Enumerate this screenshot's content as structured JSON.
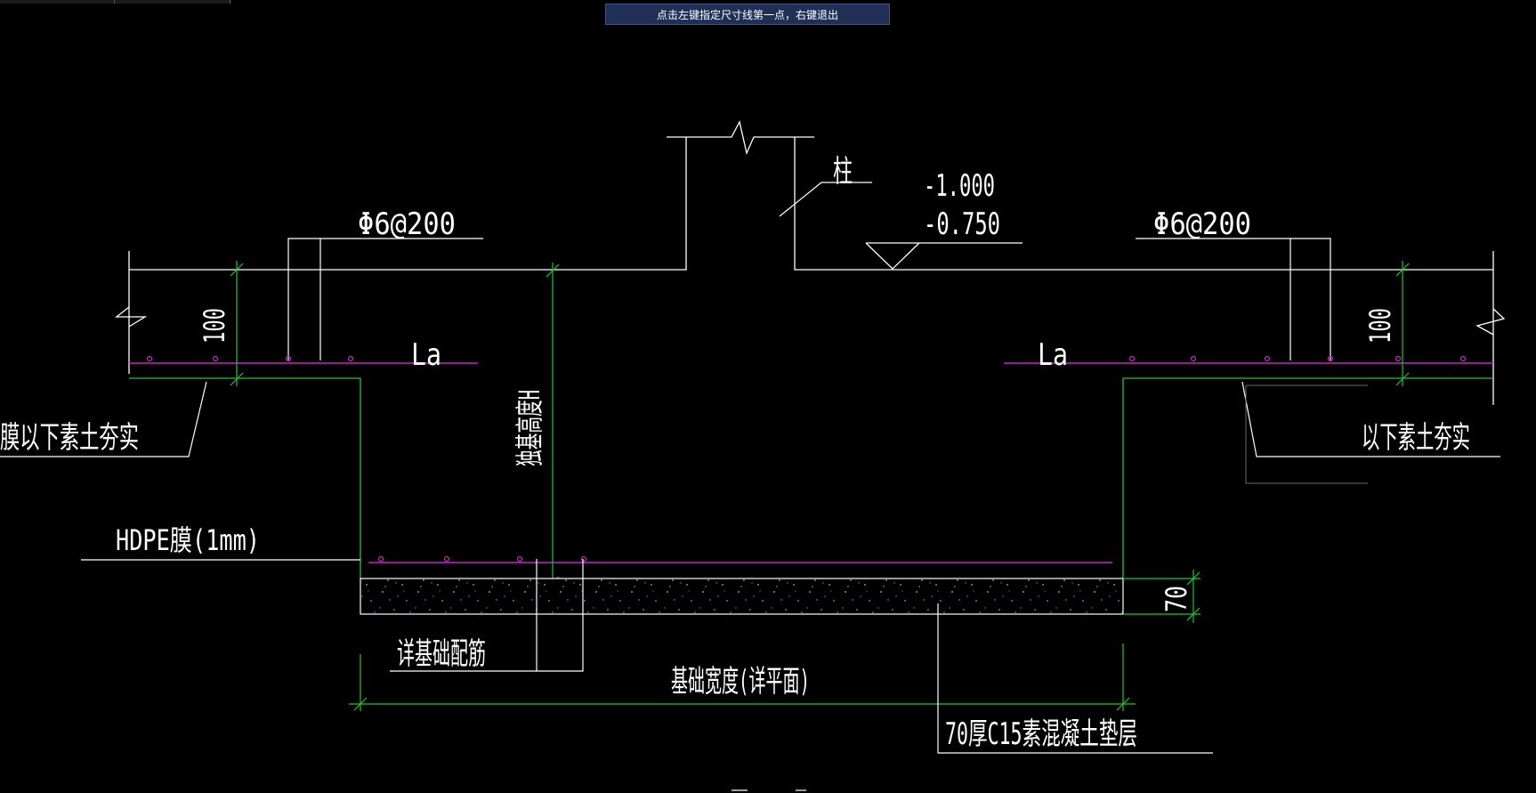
{
  "command_prompt": "点击左键指定尺寸线第一点，右键退出",
  "labels": {
    "column": "柱",
    "elev_top": "-1.000",
    "elev_bottom": "-0.750",
    "rebar_left": "Φ6@200",
    "rebar_right": "Φ6@200",
    "thickness_left": "100",
    "thickness_right": "100",
    "anchor_left": "La",
    "anchor_right": "La",
    "compacted_left": "膜以下素土夯实",
    "compacted_right": "以下素土夯实",
    "footing_height": "独基高度H",
    "hdpe": "HDPE膜(1mm)",
    "cushion_thickness": "70",
    "foundation_rebar": "详基础配筋",
    "foundation_width": "基础宽度(详平面)",
    "cushion_desc": "70厚C15素混凝土垫层"
  },
  "colors": {
    "background": "#000000",
    "line_white": "#ffffff",
    "line_green": "#22c62e",
    "rebar_magenta": "#cc22cc",
    "cushion_dots": "#4aa3ff",
    "banner": "#1f2f55"
  }
}
